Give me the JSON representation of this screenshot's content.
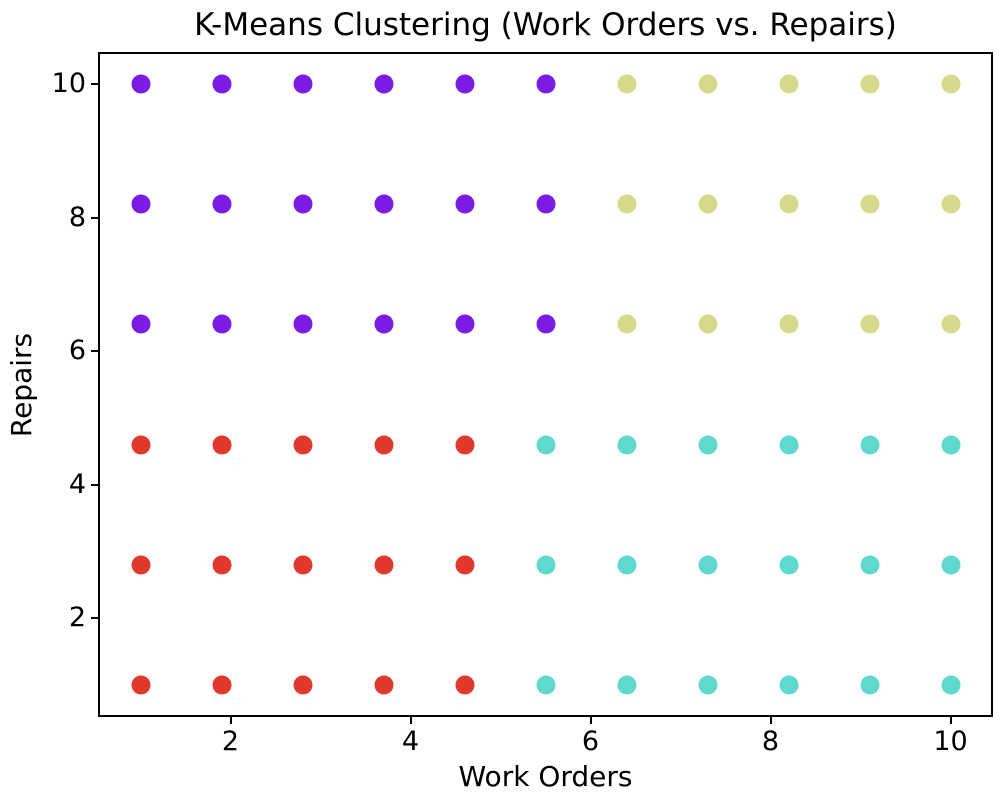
{
  "chart_data": {
    "type": "scatter",
    "title": "K-Means Clustering (Work Orders vs. Repairs)",
    "xlabel": "Work Orders",
    "ylabel": "Repairs",
    "xlim": [
      0.55,
      10.45
    ],
    "ylim": [
      0.55,
      10.45
    ],
    "x_ticks": [
      2,
      4,
      6,
      8,
      10
    ],
    "y_ticks": [
      2,
      4,
      6,
      8,
      10
    ],
    "grid": false,
    "legend": false,
    "marker_size_px": 19,
    "series": [
      {
        "name": "cluster-purple",
        "color": "#7C1BE4",
        "points": [
          [
            1,
            10
          ],
          [
            1.9,
            10
          ],
          [
            2.8,
            10
          ],
          [
            3.7,
            10
          ],
          [
            4.6,
            10
          ],
          [
            5.5,
            10
          ],
          [
            1,
            8.2
          ],
          [
            1.9,
            8.2
          ],
          [
            2.8,
            8.2
          ],
          [
            3.7,
            8.2
          ],
          [
            4.6,
            8.2
          ],
          [
            5.5,
            8.2
          ],
          [
            1,
            6.4
          ],
          [
            1.9,
            6.4
          ],
          [
            2.8,
            6.4
          ],
          [
            3.7,
            6.4
          ],
          [
            4.6,
            6.4
          ],
          [
            5.5,
            6.4
          ]
        ]
      },
      {
        "name": "cluster-khaki",
        "color": "#D6DA8B",
        "points": [
          [
            6.4,
            10
          ],
          [
            7.3,
            10
          ],
          [
            8.2,
            10
          ],
          [
            9.1,
            10
          ],
          [
            10,
            10
          ],
          [
            6.4,
            8.2
          ],
          [
            7.3,
            8.2
          ],
          [
            8.2,
            8.2
          ],
          [
            9.1,
            8.2
          ],
          [
            10,
            8.2
          ],
          [
            6.4,
            6.4
          ],
          [
            7.3,
            6.4
          ],
          [
            8.2,
            6.4
          ],
          [
            9.1,
            6.4
          ],
          [
            10,
            6.4
          ]
        ]
      },
      {
        "name": "cluster-red",
        "color": "#E0392C",
        "points": [
          [
            1,
            4.6
          ],
          [
            1.9,
            4.6
          ],
          [
            2.8,
            4.6
          ],
          [
            3.7,
            4.6
          ],
          [
            4.6,
            4.6
          ],
          [
            1,
            2.8
          ],
          [
            1.9,
            2.8
          ],
          [
            2.8,
            2.8
          ],
          [
            3.7,
            2.8
          ],
          [
            4.6,
            2.8
          ],
          [
            1,
            1
          ],
          [
            1.9,
            1
          ],
          [
            2.8,
            1
          ],
          [
            3.7,
            1
          ],
          [
            4.6,
            1
          ]
        ]
      },
      {
        "name": "cluster-cyan",
        "color": "#5FD8CE",
        "points": [
          [
            5.5,
            4.6
          ],
          [
            6.4,
            4.6
          ],
          [
            7.3,
            4.6
          ],
          [
            8.2,
            4.6
          ],
          [
            9.1,
            4.6
          ],
          [
            10,
            4.6
          ],
          [
            5.5,
            2.8
          ],
          [
            6.4,
            2.8
          ],
          [
            7.3,
            2.8
          ],
          [
            8.2,
            2.8
          ],
          [
            9.1,
            2.8
          ],
          [
            10,
            2.8
          ],
          [
            5.5,
            1
          ],
          [
            6.4,
            1
          ],
          [
            7.3,
            1
          ],
          [
            8.2,
            1
          ],
          [
            9.1,
            1
          ],
          [
            10,
            1
          ]
        ]
      }
    ]
  }
}
